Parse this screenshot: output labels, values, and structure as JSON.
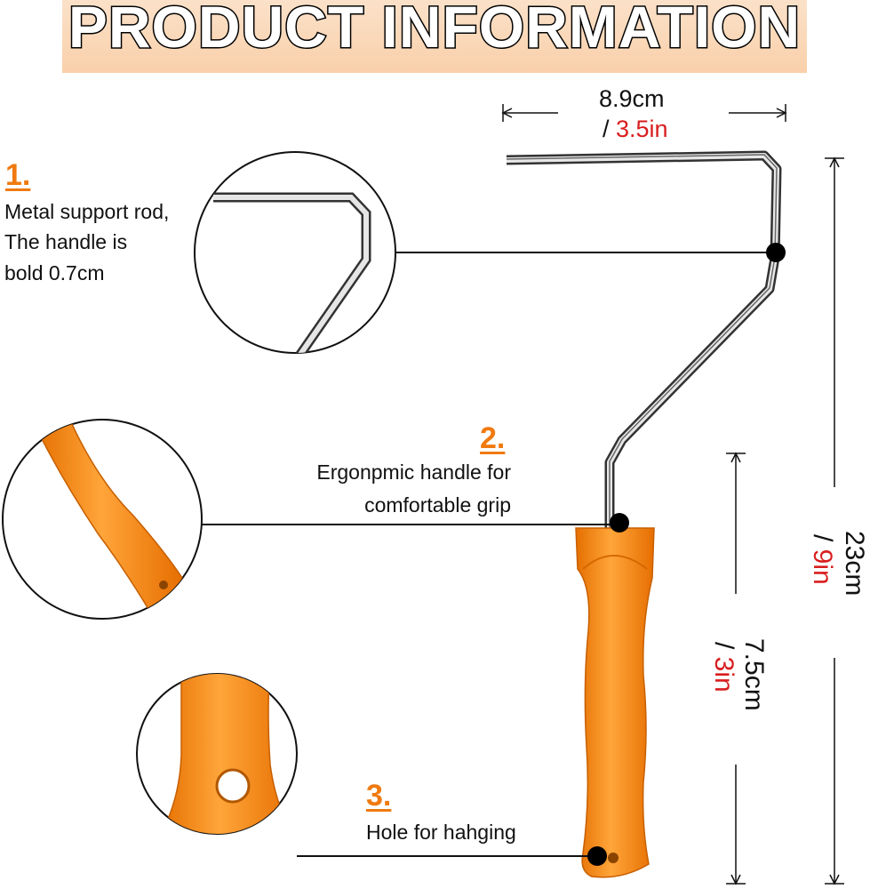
{
  "title": "PRODUCT INFORMATION",
  "dimensions": {
    "width": {
      "metric": "8.9cm",
      "imperial": "3.5in"
    },
    "height": {
      "metric": "23cm",
      "imperial": "9in"
    },
    "handle": {
      "metric": "7.5cm",
      "imperial": "3in"
    },
    "separator": "/ "
  },
  "features": [
    {
      "number": "1.",
      "lines": [
        "Metal support rod,",
        "The handle is",
        "bold 0.7cm"
      ]
    },
    {
      "number": "2.",
      "lines": [
        "Ergonpmic handle for",
        "comfortable grip"
      ]
    },
    {
      "number": "3.",
      "lines": [
        "Hole for hahging"
      ]
    }
  ],
  "colors": {
    "accent": "#f07a10",
    "handle": "#f7911a",
    "imperial": "#d81e1e"
  }
}
